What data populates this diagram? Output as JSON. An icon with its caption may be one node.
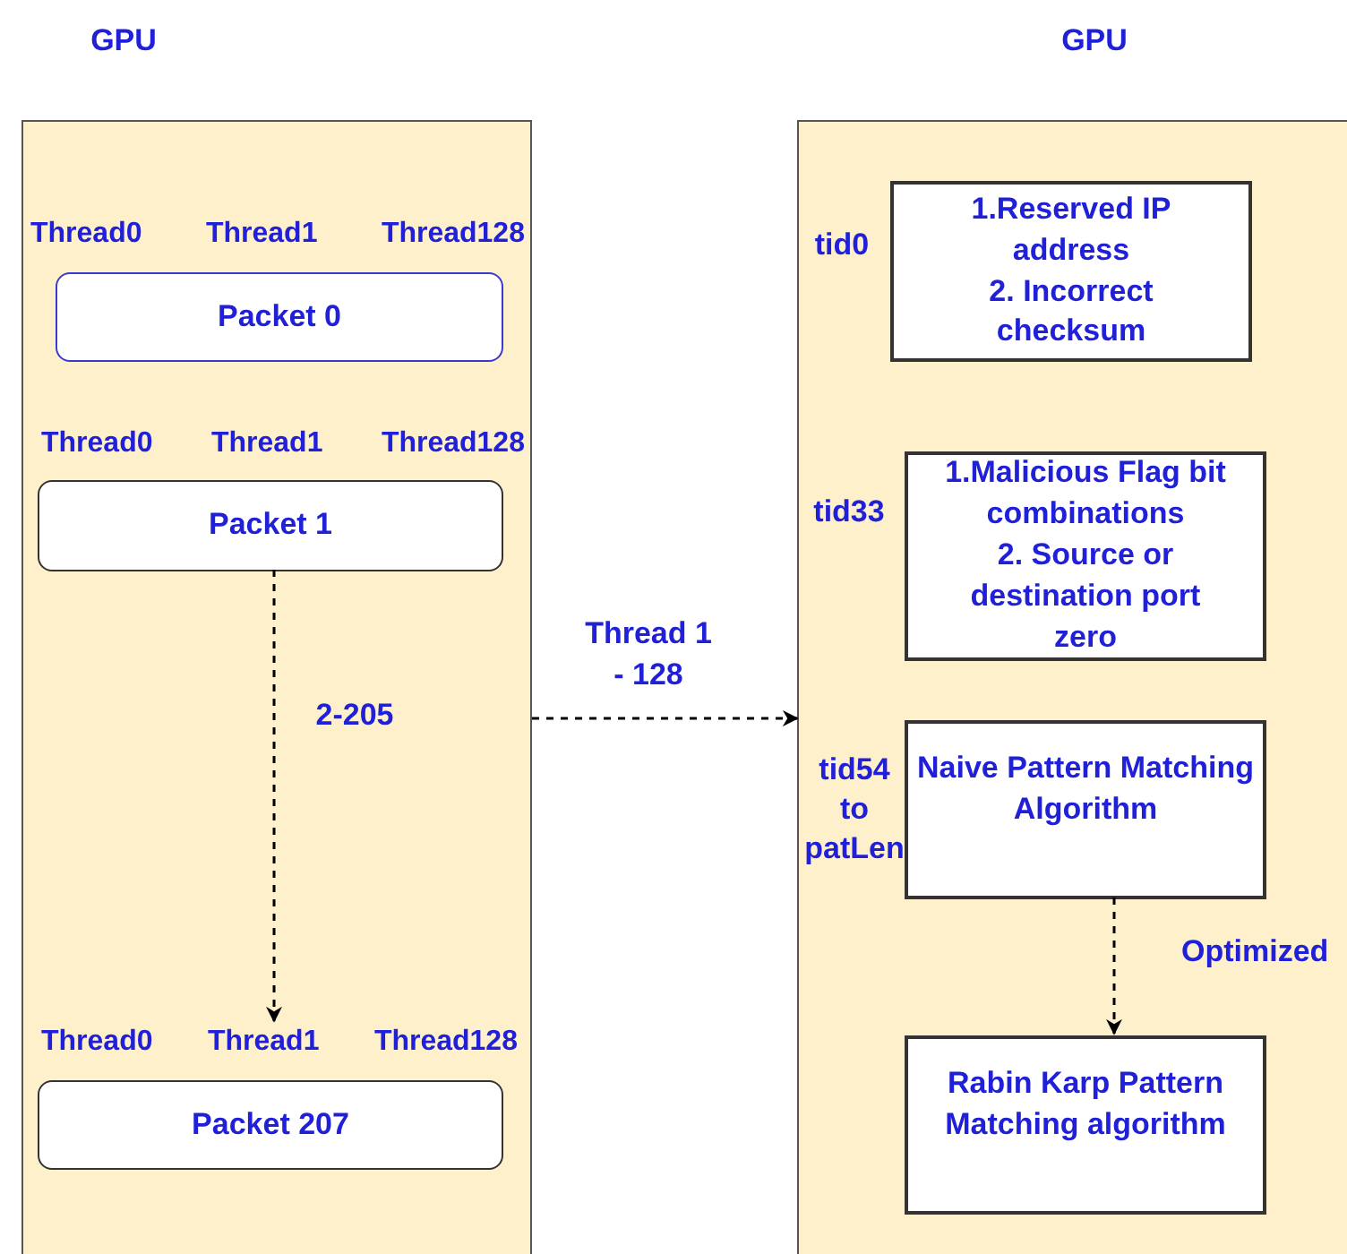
{
  "diagram": {
    "nodes": [
      {
        "text": [
          "GPU"
        ]
      },
      {
        "text": [
          "Packet 0"
        ],
        "in": 0,
        "beside": [
          "Thread0",
          "Thread1",
          "Thread128"
        ]
      },
      {
        "text": [
          "Packet 1"
        ],
        "in": 0,
        "beside": [
          "Thread0",
          "Thread1",
          "Thread128"
        ]
      },
      {
        "text": [
          "Packet 207"
        ],
        "in": 0,
        "beside": [
          "Thread0",
          "Thread1",
          "Thread128"
        ]
      },
      {
        "text": [
          "GPU"
        ]
      },
      {
        "text": [
          "1.Reserved IP address",
          "2. Incorrect checksum"
        ],
        "in": 4,
        "beside": [
          "tid0"
        ]
      },
      {
        "text": [
          "1.Malicious Flag bit combinations",
          "2. Source or destination port zero"
        ],
        "in": 4,
        "beside": [
          "tid33"
        ]
      },
      {
        "text": [
          "Naive Pattern Matching Algorithm"
        ],
        "in": 4,
        "beside": [
          "tid54 to patLen"
        ]
      },
      {
        "text": [
          "Rabin Karp Pattern Matching algorithm"
        ],
        "in": 4
      }
    ],
    "edges": [
      {
        "from": 2,
        "to": 3,
        "arrow": "to",
        "label": "2-205",
        "style": "dashed"
      },
      {
        "from": 0,
        "to": 4,
        "arrow": "to",
        "label": "Thread 1 - 128",
        "style": "dashed"
      },
      {
        "from": 7,
        "to": 8,
        "arrow": "to",
        "label": "Optimized",
        "style": "dashed"
      }
    ]
  }
}
